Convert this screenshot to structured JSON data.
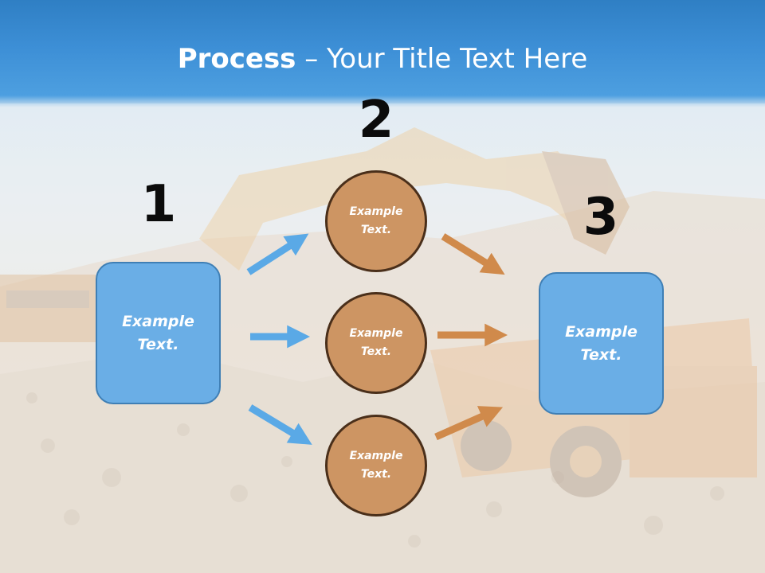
{
  "title": {
    "bold": "Process",
    "rest": " – Your Title Text Here"
  },
  "numbers": [
    "1",
    "2",
    "3"
  ],
  "left_box": {
    "text": "Example\nText."
  },
  "right_box": {
    "text": "Example\nText."
  },
  "circles": [
    {
      "text": "Example\nText."
    },
    {
      "text": "Example\nText."
    },
    {
      "text": "Example\nText."
    }
  ],
  "colors": {
    "blue_box": "#6aaee6",
    "blue_arrow": "#5aa9e6",
    "orange_circle": "#cd9563",
    "orange_arrow": "#d08a4b"
  }
}
